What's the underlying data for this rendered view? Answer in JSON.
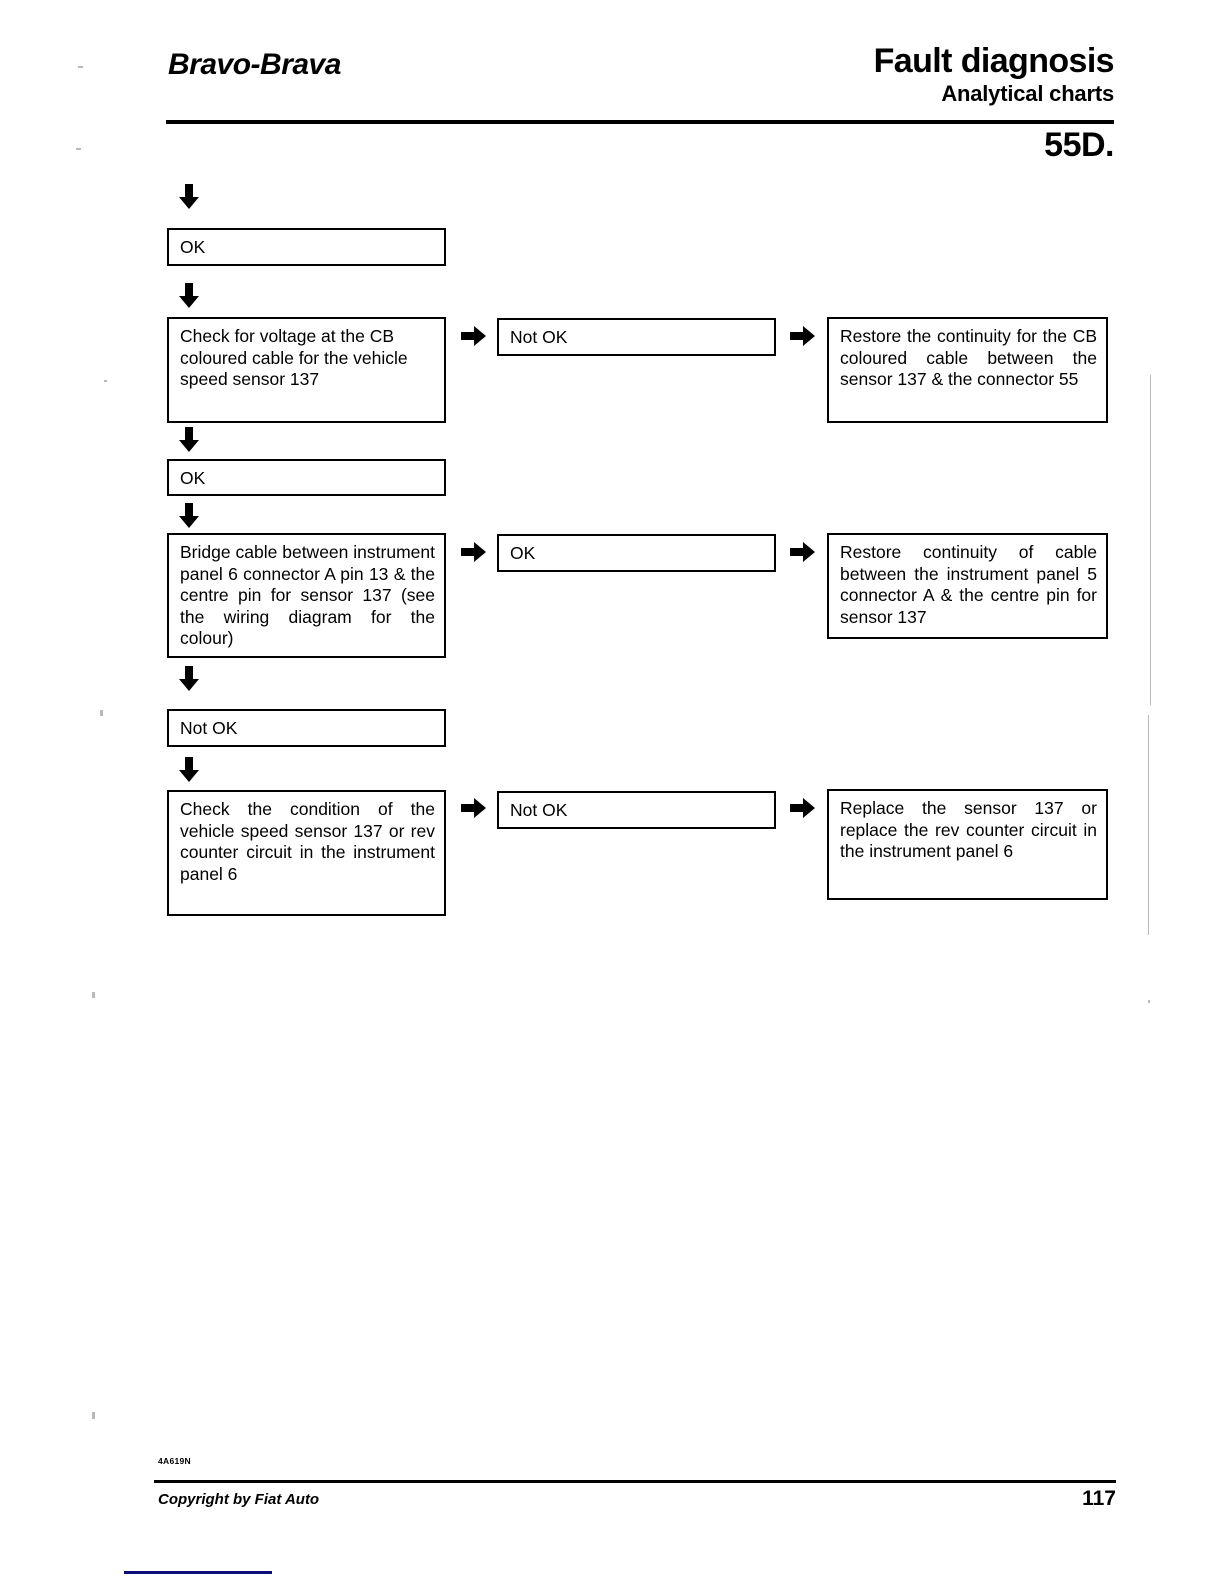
{
  "header": {
    "model": "Bravo-Brava",
    "title": "Fault diagnosis",
    "subtitle": "Analytical charts",
    "section": "55D."
  },
  "flowchart": {
    "nodes": [
      {
        "id": "n1",
        "column": "left",
        "label": "OK"
      },
      {
        "id": "n2",
        "column": "left",
        "label": "Check for voltage at the CB coloured cable for the vehicle speed sensor 137"
      },
      {
        "id": "n3",
        "column": "middle",
        "label": "Not OK"
      },
      {
        "id": "n4",
        "column": "right",
        "label": "Restore the continuity for the CB coloured cable between the sensor 137 & the connector 55"
      },
      {
        "id": "n5",
        "column": "left",
        "label": "OK"
      },
      {
        "id": "n6",
        "column": "left",
        "label": "Bridge cable between instrument panel 6 connector A pin 13 & the centre pin for sensor 137 (see the wiring diagram for the colour)"
      },
      {
        "id": "n7",
        "column": "middle",
        "label": "OK"
      },
      {
        "id": "n8",
        "column": "right",
        "label": "Restore continuity of cable between the instrument panel 5 connector A & the centre pin for sensor 137"
      },
      {
        "id": "n9",
        "column": "left",
        "label": "Not OK"
      },
      {
        "id": "n10",
        "column": "left",
        "label": "Check the condition of the vehicle speed sensor 137 or rev counter circuit in the instrument panel 6"
      },
      {
        "id": "n11",
        "column": "middle",
        "label": "Not OK"
      },
      {
        "id": "n12",
        "column": "right",
        "label": "Replace the sensor 137 or replace the rev counter circuit in the instrument panel 6"
      }
    ],
    "arrows": {
      "down_icon": "arrow-down-icon",
      "right_icon": "arrow-right-icon",
      "down_count": 6,
      "right_count": 6
    }
  },
  "footer": {
    "plate_code": "4A619N",
    "copyright": "Copyright by Fiat Auto",
    "page_number": "117",
    "bottom_mark_color": "#0d0d7a"
  }
}
